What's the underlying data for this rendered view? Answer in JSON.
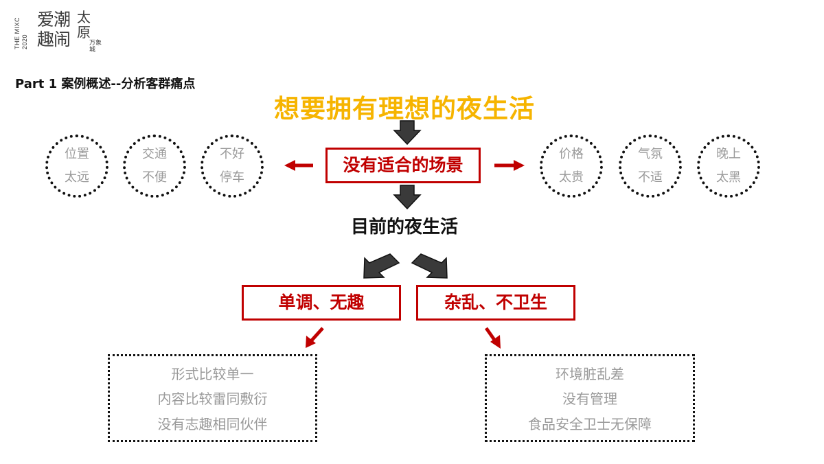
{
  "logo": {
    "side_text": "THE MIXC 2020",
    "main_text": "爱潮 趣闹",
    "seal_text": "太原",
    "seal_small": "万象城"
  },
  "part_title": "Part 1 案例概述--分析客群痛点",
  "main_title": "想要拥有理想的夜生活",
  "center_box": "没有适合的场景",
  "left_circles": [
    {
      "line1": "位置",
      "line2": "太远"
    },
    {
      "line1": "交通",
      "line2": "不便"
    },
    {
      "line1": "不好",
      "line2": "停车"
    }
  ],
  "right_circles": [
    {
      "line1": "价格",
      "line2": "太贵"
    },
    {
      "line1": "气氛",
      "line2": "不适"
    },
    {
      "line1": "晚上",
      "line2": "太黑"
    }
  ],
  "sub_title": "目前的夜生活",
  "left_box": "单调、无趣",
  "right_box": "杂乱、不卫生",
  "left_details": [
    "形式比较单一",
    "内容比较雷同敷衍",
    "没有志趣相同伙伴"
  ],
  "right_details": [
    "环境脏乱差",
    "没有管理",
    "食品安全卫士无保障"
  ],
  "colors": {
    "accent_yellow": "#f6b400",
    "accent_red": "#c00000",
    "arrow_dark": "#3a3a3a",
    "muted_text": "#9a9a9a"
  }
}
